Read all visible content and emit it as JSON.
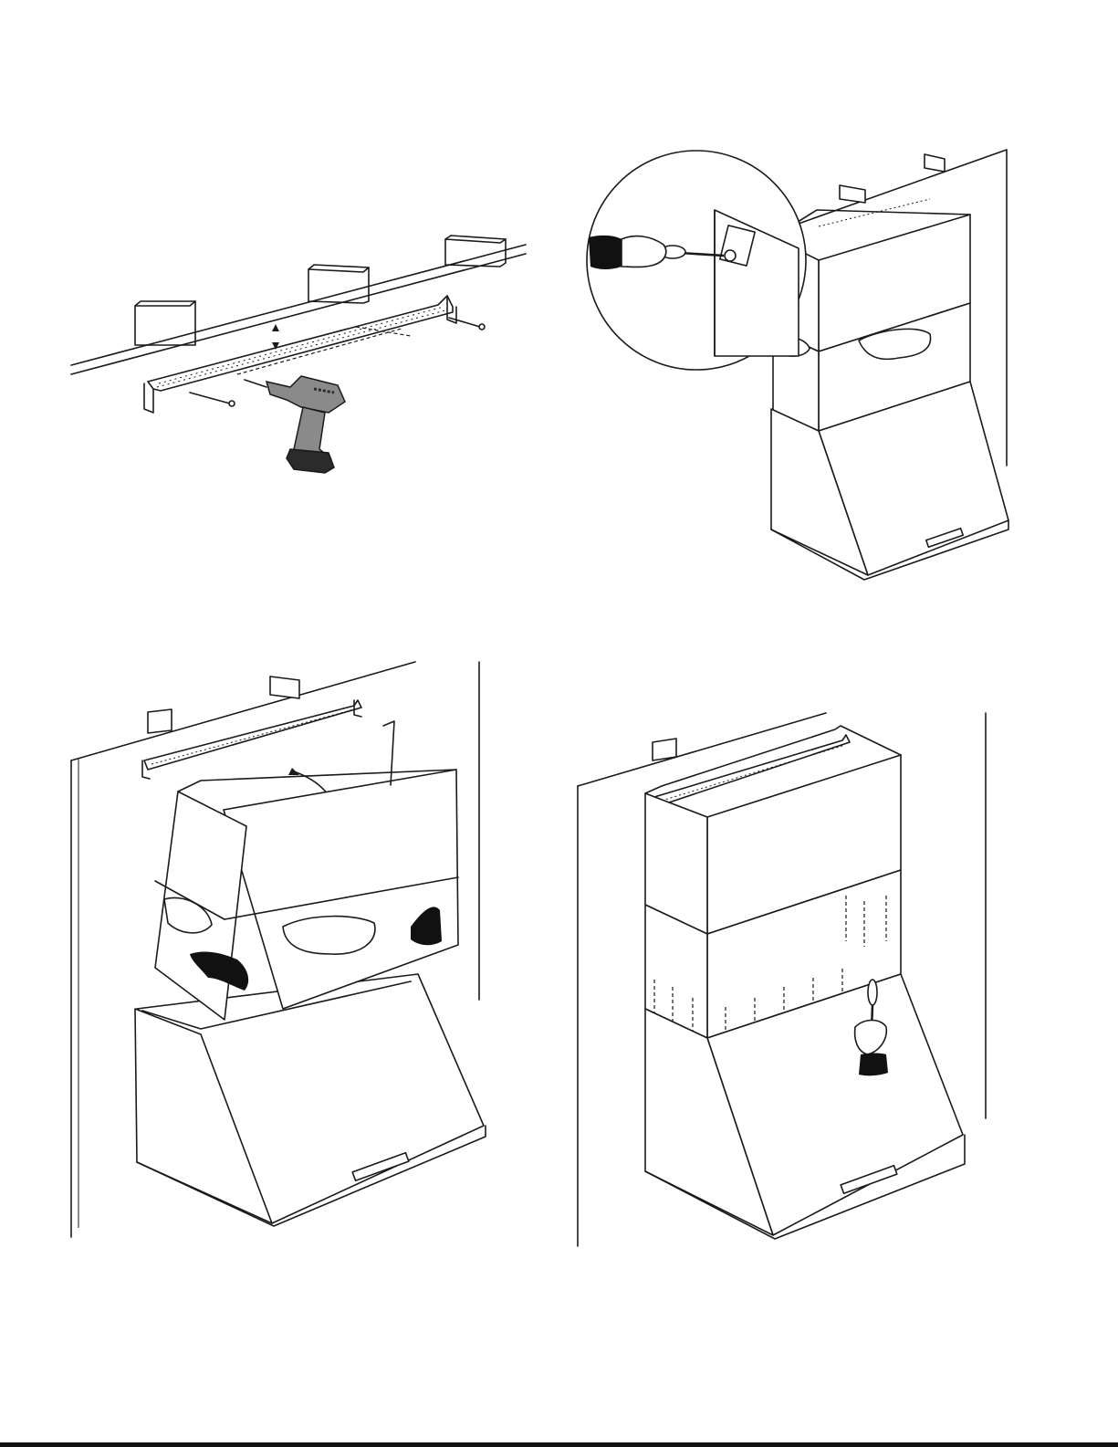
{
  "document": {
    "kind": "installation-illustration-sheet",
    "panels": [
      {
        "id": "step-1",
        "icon": "drill-icon"
      },
      {
        "id": "step-2",
        "icon": "screwdriver-icon"
      },
      {
        "id": "step-3",
        "icon": "hands-icon"
      },
      {
        "id": "step-4",
        "icon": "screwdriver-icon"
      }
    ]
  },
  "colors": {
    "line": "#1a1a1a",
    "paper": "#ffffff",
    "glove": "#111111",
    "drill_body": "#8a8a8a",
    "drill_battery": "#2b2b2b",
    "footer_rule": "#111111"
  }
}
